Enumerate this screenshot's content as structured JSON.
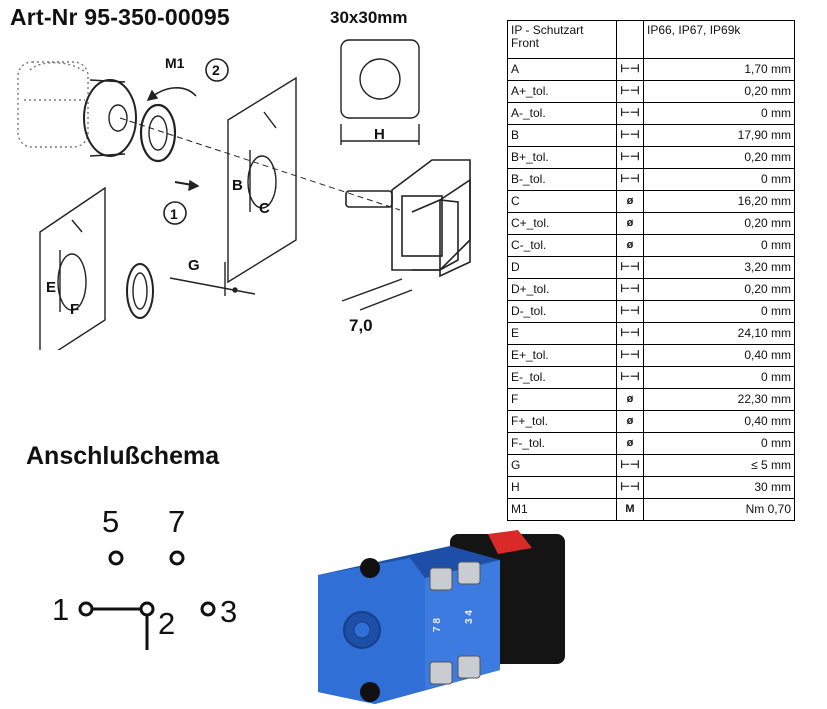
{
  "header": {
    "title": "Art-Nr 95-350-00095",
    "mounting_size": "30x30mm"
  },
  "drawing": {
    "labels": {
      "m1": "M1",
      "step2": "2",
      "step1": "1",
      "b": "B",
      "c": "C",
      "e": "E",
      "f": "F",
      "g": "G",
      "h": "H",
      "depth": "7,0"
    }
  },
  "spec_table": {
    "header": {
      "label": "IP - Schutzart Front",
      "value": "IP66, IP67, IP69k"
    },
    "rows": [
      {
        "name": "A",
        "symbol": "⊢⊣",
        "value": "1,70 mm"
      },
      {
        "name": "A+_tol.",
        "symbol": "⊢⊣",
        "value": "0,20 mm"
      },
      {
        "name": "A-_tol.",
        "symbol": "⊢⊣",
        "value": "0 mm"
      },
      {
        "name": "B",
        "symbol": "⊢⊣",
        "value": "17,90 mm"
      },
      {
        "name": "B+_tol.",
        "symbol": "⊢⊣",
        "value": "0,20 mm"
      },
      {
        "name": "B-_tol.",
        "symbol": "⊢⊣",
        "value": "0 mm"
      },
      {
        "name": "C",
        "symbol": "ø",
        "value": "16,20 mm"
      },
      {
        "name": "C+_tol.",
        "symbol": "ø",
        "value": "0,20 mm"
      },
      {
        "name": "C-_tol.",
        "symbol": "ø",
        "value": "0 mm"
      },
      {
        "name": "D",
        "symbol": "⊢⊣",
        "value": "3,20 mm"
      },
      {
        "name": "D+_tol.",
        "symbol": "⊢⊣",
        "value": "0,20 mm"
      },
      {
        "name": "D-_tol.",
        "symbol": "⊢⊣",
        "value": "0 mm"
      },
      {
        "name": "E",
        "symbol": "⊢⊣",
        "value": "24,10 mm"
      },
      {
        "name": "E+_tol.",
        "symbol": "⊢⊣",
        "value": "0,40 mm"
      },
      {
        "name": "E-_tol.",
        "symbol": "⊢⊣",
        "value": "0 mm"
      },
      {
        "name": "F",
        "symbol": "ø",
        "value": "22,30 mm"
      },
      {
        "name": "F+_tol.",
        "symbol": "ø",
        "value": "0,40 mm"
      },
      {
        "name": "F-_tol.",
        "symbol": "ø",
        "value": "0 mm"
      },
      {
        "name": "G",
        "symbol": "⊢⊣",
        "value": "≤ 5 mm"
      },
      {
        "name": "H",
        "symbol": "⊢⊣",
        "value": "30 mm"
      },
      {
        "name": "M1",
        "symbol": "M",
        "value": "Nm 0,70"
      }
    ]
  },
  "schema": {
    "title": "Anschlußchema",
    "pins": {
      "p5": "5",
      "p7": "7",
      "p1": "1",
      "p2": "2",
      "p3": "3"
    }
  },
  "photo": {
    "terminal_labels": {
      "left": "7 8",
      "right": "3 4"
    },
    "colors": {
      "housing": "#2f6fd6",
      "housing_dark": "#1d4fa8",
      "knob": "#141414",
      "accent": "#d92a2a"
    }
  }
}
